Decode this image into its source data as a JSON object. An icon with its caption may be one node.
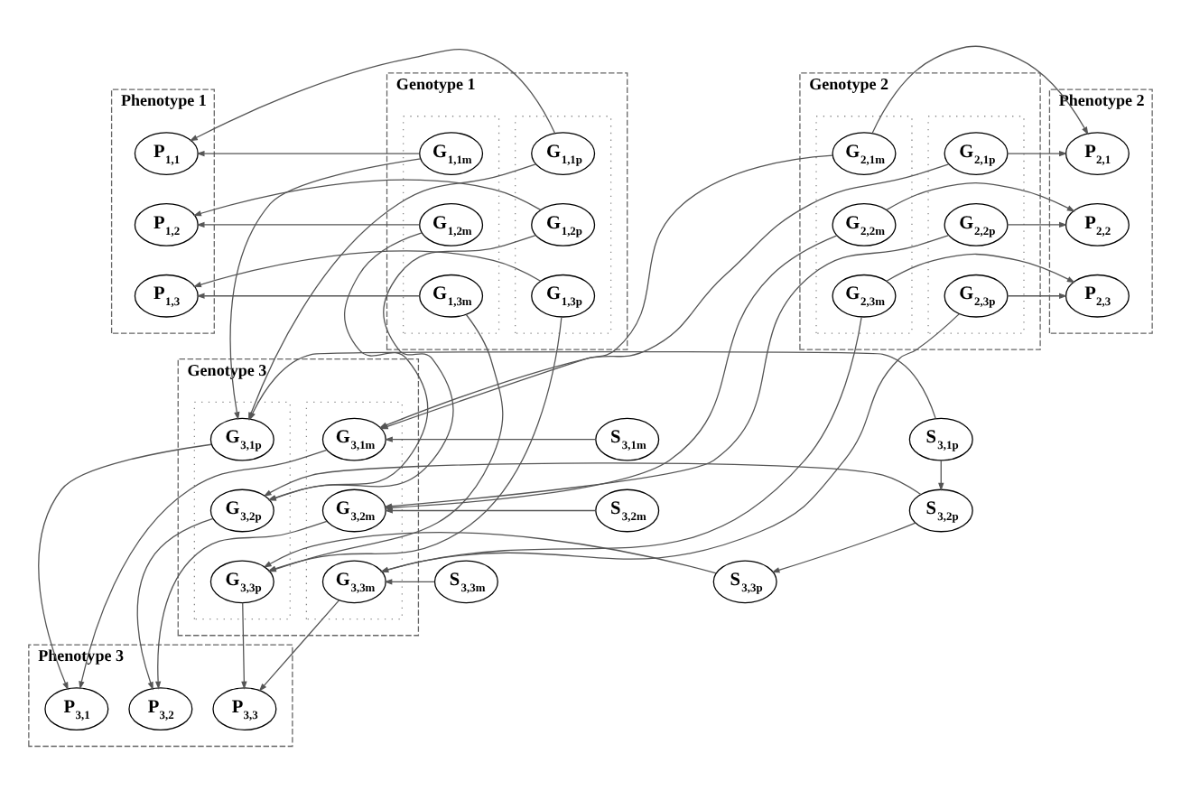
{
  "diagram": {
    "nodes": [
      {
        "text": [
          "Genotype 1"
        ]
      },
      {
        "text": [],
        "shape": "box",
        "in": 0
      },
      {
        "text": [
          "G$_{1,1p}$"
        ],
        "in": 1
      },
      {
        "text": [
          "G$_{1,2p}$"
        ],
        "in": 1
      },
      {
        "text": [
          "G$_{1,3p}$"
        ],
        "in": 1
      },
      {
        "text": [],
        "shape": "box",
        "in": 0
      },
      {
        "text": [
          "G$_{1,1m}$"
        ],
        "in": 5
      },
      {
        "text": [
          "G$_{1,2m}$"
        ],
        "in": 5
      },
      {
        "text": [
          "G$_{1,3m}$"
        ],
        "in": 5
      },
      {
        "text": [
          "Genotype 2"
        ]
      },
      {
        "text": [],
        "shape": "box",
        "in": 9
      },
      {
        "text": [
          "G$_{2,1p}$"
        ],
        "in": 10
      },
      {
        "text": [
          "G$_{2,2p}$"
        ],
        "in": 10
      },
      {
        "text": [
          "G$_{2,3p}$"
        ],
        "in": 10
      },
      {
        "text": [],
        "shape": "box",
        "in": 9
      },
      {
        "text": [
          "G$_{2,1m}$"
        ],
        "in": 14
      },
      {
        "text": [
          "G$_{2,2m}$"
        ],
        "in": 14
      },
      {
        "text": [
          "G$_{2,3m}$"
        ],
        "in": 14
      },
      {
        "text": [
          "Phenotype 1"
        ]
      },
      {
        "text": [
          "P$_{1,1}$"
        ],
        "in": 18
      },
      {
        "text": [
          "P$_{1,2}$"
        ],
        "in": 18
      },
      {
        "text": [
          "P$_{1,3}$"
        ],
        "in": 18
      },
      {
        "text": [
          "Phenotype 2"
        ]
      },
      {
        "text": [
          "P$_{2,1}$"
        ],
        "in": 22
      },
      {
        "text": [
          "P$_{2,2}$"
        ],
        "in": 22
      },
      {
        "text": [
          "P$_{2,3}$"
        ],
        "in": 22
      },
      {
        "text": [
          "Genotype 3"
        ]
      },
      {
        "text": [],
        "shape": "box",
        "in": 26
      },
      {
        "text": [
          "G$_{3,1p}$"
        ],
        "in": 27
      },
      {
        "text": [
          "G$_{3,2p}$"
        ],
        "in": 27
      },
      {
        "text": [
          "G$_{3,3p}$"
        ],
        "in": 27
      },
      {
        "text": [],
        "shape": "box",
        "in": 26
      },
      {
        "text": [
          "G$_{3,1m}$"
        ],
        "in": 31
      },
      {
        "text": [
          "G$_{3,2m}$"
        ],
        "in": 31
      },
      {
        "text": [
          "G$_{3,3m}$"
        ],
        "in": 31
      },
      {
        "text": [
          "S$_{3,1p}$"
        ]
      },
      {
        "text": [
          "S$_{3,2p}$"
        ]
      },
      {
        "text": [
          "S$_{3,3p}$"
        ]
      },
      {
        "text": [
          "S$_{3,1m}$"
        ]
      },
      {
        "text": [
          "S$_{3,2m}$"
        ]
      },
      {
        "text": [
          "S$_{3,3m}$"
        ]
      },
      {
        "text": [
          "Phenotype 3"
        ]
      },
      {
        "text": [
          "P$_{3,1}$"
        ],
        "in": 41
      },
      {
        "text": [
          "P$_{3,2}$"
        ],
        "in": 41
      },
      {
        "text": [
          "P$_{3,3}$"
        ],
        "in": 41
      }
    ],
    "edges": [
      {
        "from": 2,
        "to": 19,
        "arrow": "to"
      },
      {
        "from": 6,
        "to": 19,
        "arrow": "to"
      },
      {
        "from": 3,
        "to": 20,
        "arrow": "to"
      },
      {
        "from": 7,
        "to": 20,
        "arrow": "to"
      },
      {
        "from": 4,
        "to": 21,
        "arrow": "to"
      },
      {
        "from": 8,
        "to": 21,
        "arrow": "to"
      },
      {
        "from": 11,
        "to": 23,
        "arrow": "to"
      },
      {
        "from": 15,
        "to": 23,
        "arrow": "to"
      },
      {
        "from": 12,
        "to": 24,
        "arrow": "to"
      },
      {
        "from": 16,
        "to": 24,
        "arrow": "to"
      },
      {
        "from": 13,
        "to": 25,
        "arrow": "to"
      },
      {
        "from": 17,
        "to": 25,
        "arrow": "to"
      },
      {
        "from": 2,
        "to": 28,
        "arrow": "to"
      },
      {
        "from": 6,
        "to": 28,
        "arrow": "to"
      },
      {
        "from": 3,
        "to": 29,
        "arrow": "to"
      },
      {
        "from": 7,
        "to": 29,
        "arrow": "to"
      },
      {
        "from": 4,
        "to": 30,
        "arrow": "to"
      },
      {
        "from": 8,
        "to": 30,
        "arrow": "to"
      },
      {
        "from": 11,
        "to": 32,
        "arrow": "to"
      },
      {
        "from": 15,
        "to": 32,
        "arrow": "to"
      },
      {
        "from": 12,
        "to": 33,
        "arrow": "to"
      },
      {
        "from": 16,
        "to": 33,
        "arrow": "to"
      },
      {
        "from": 13,
        "to": 34,
        "arrow": "to"
      },
      {
        "from": 17,
        "to": 34,
        "arrow": "to"
      },
      {
        "from": 35,
        "to": 28,
        "arrow": "to"
      },
      {
        "from": 36,
        "to": 29,
        "arrow": "to"
      },
      {
        "from": 37,
        "to": 30,
        "arrow": "to"
      },
      {
        "from": 35,
        "to": 36,
        "arrow": "to"
      },
      {
        "from": 36,
        "to": 37,
        "arrow": "to"
      },
      {
        "from": 38,
        "to": 32,
        "arrow": "to"
      },
      {
        "from": 39,
        "to": 33,
        "arrow": "to"
      },
      {
        "from": 40,
        "to": 34,
        "arrow": "to"
      },
      {
        "from": 28,
        "to": 42,
        "arrow": "to"
      },
      {
        "from": 32,
        "to": 42,
        "arrow": "to"
      },
      {
        "from": 29,
        "to": 43,
        "arrow": "to"
      },
      {
        "from": 33,
        "to": 43,
        "arrow": "to"
      },
      {
        "from": 30,
        "to": 44,
        "arrow": "to"
      },
      {
        "from": 34,
        "to": 44,
        "arrow": "to"
      }
    ]
  }
}
